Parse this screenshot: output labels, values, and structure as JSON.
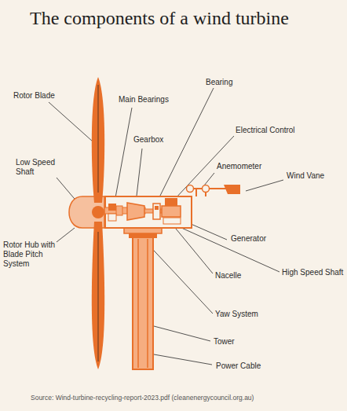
{
  "diagram": {
    "title": "The components of a wind turbine",
    "caption": "Source: Wind-turbine-recycling-report-2023.pdf (cleanenergycouncil.org.au)",
    "labels": [
      "Rotor Blade",
      "Main Bearings",
      "Bearing",
      "Electrical Control",
      "Gearbox",
      "Low Speed Shaft",
      "Anemometer",
      "Wind Vane",
      "Rotor Hub with Blade Pitch System",
      "Generator",
      "High Speed Shaft",
      "Nacelle",
      "Yaw System",
      "Tower",
      "Power Cable"
    ]
  }
}
